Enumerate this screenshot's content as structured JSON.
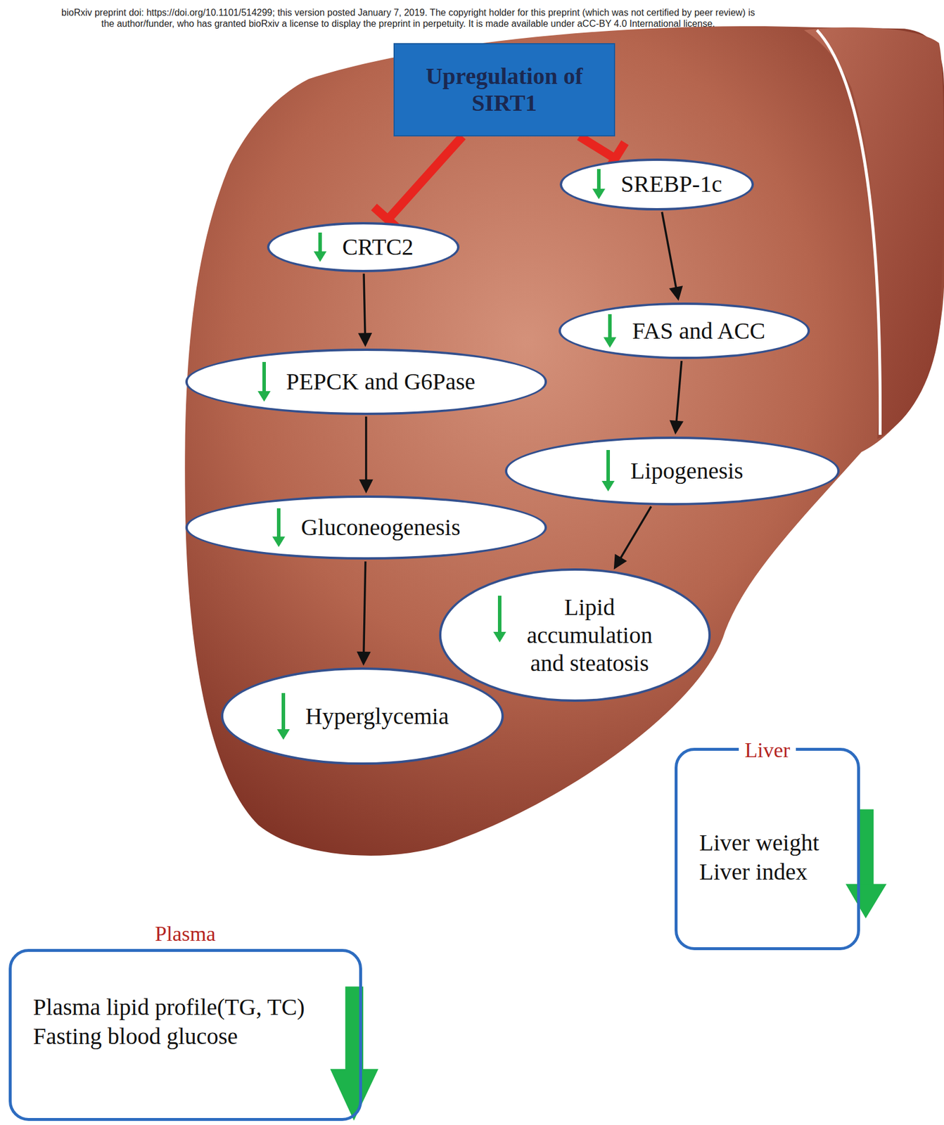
{
  "diagram": {
    "nodes": [
      {
        "text": [
          "Upregulation of SIRT1"
        ]
      },
      {
        "text": [
          "CRTC2"
        ]
      },
      {
        "text": [
          "SREBP-1c"
        ]
      },
      {
        "text": [
          "PEPCK and G6Pase"
        ]
      },
      {
        "text": [
          "FAS and ACC"
        ]
      },
      {
        "text": [
          "Gluconeogenesis"
        ]
      },
      {
        "text": [
          "Lipogenesis"
        ]
      },
      {
        "text": [
          "Lipid accumulation and steatosis"
        ]
      },
      {
        "text": [
          "Hyperglycemia"
        ]
      },
      {
        "text": [
          "Liver",
          "Liver weight Liver index"
        ]
      },
      {
        "text": [
          "Plasma",
          "Plasma lipid profile(TG, TC) Fasting blood glucose"
        ]
      }
    ],
    "edges": [
      {
        "from": 0,
        "to": 1,
        "arrow": "to"
      },
      {
        "from": 0,
        "to": 2,
        "arrow": "to"
      },
      {
        "from": 1,
        "to": 3,
        "arrow": "to"
      },
      {
        "from": 3,
        "to": 5,
        "arrow": "to"
      },
      {
        "from": 5,
        "to": 8,
        "arrow": "to"
      },
      {
        "from": 2,
        "to": 4,
        "arrow": "to"
      },
      {
        "from": 4,
        "to": 6,
        "arrow": "to"
      },
      {
        "from": 6,
        "to": 7,
        "arrow": "to"
      }
    ],
    "labels": [
      "bioRxiv preprint doi: https://doi.org/10.1101/514299; this version posted January 7, 2019. The copyright holder for this preprint (which was not certified by peer review) is the author/funder, who has granted bioRxiv a license to display the preprint in perpetuity. It is made available under aCC-BY 4.0 International license."
    ]
  }
}
